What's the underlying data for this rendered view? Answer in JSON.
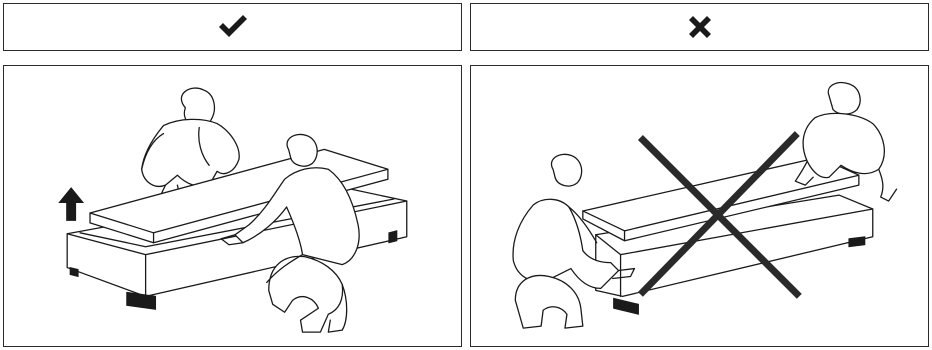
{
  "panels": [
    {
      "verdict": "correct",
      "mark_icon": "check-mark-icon",
      "depicts": [
        "two-people",
        "lid-lifted-level",
        "lift-direction-arrow"
      ]
    },
    {
      "verdict": "incorrect",
      "mark_icon": "x-mark-icon",
      "depicts": [
        "two-people",
        "lid-slid-diagonally",
        "large-cross-out"
      ]
    }
  ],
  "colors": {
    "line": "#1a1a1a",
    "border": "#2b2b2b",
    "background": "#ffffff",
    "cross": "#2a2a2a"
  }
}
